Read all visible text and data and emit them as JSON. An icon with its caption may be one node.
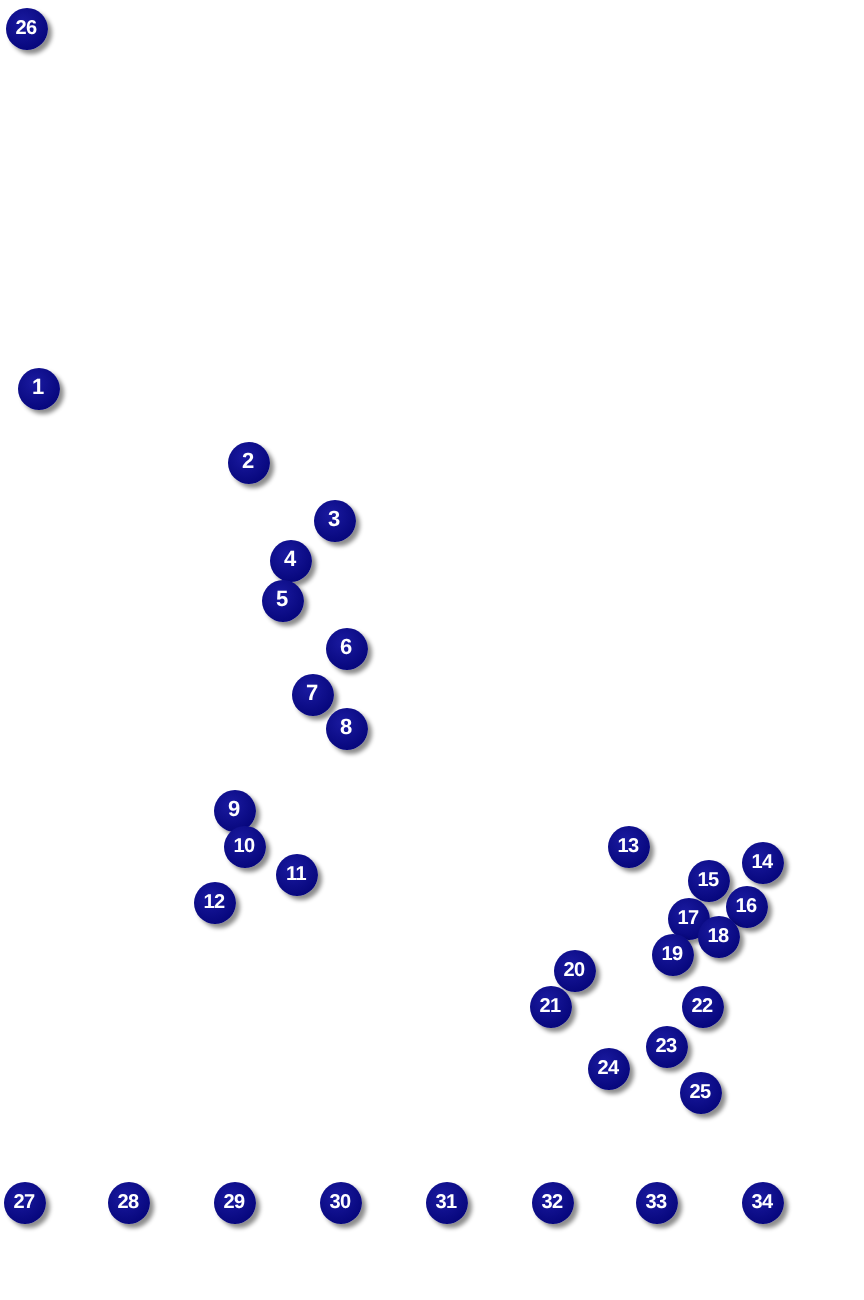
{
  "diagram": {
    "labels": [
      "1",
      "2",
      "3",
      "4",
      "5",
      "6",
      "7",
      "8",
      "9",
      "10",
      "11",
      "12",
      "13",
      "14",
      "15",
      "16",
      "17",
      "18",
      "19",
      "20",
      "21",
      "22",
      "23",
      "24",
      "25",
      "26",
      "27",
      "28",
      "29",
      "30",
      "31",
      "32",
      "33",
      "34"
    ]
  }
}
